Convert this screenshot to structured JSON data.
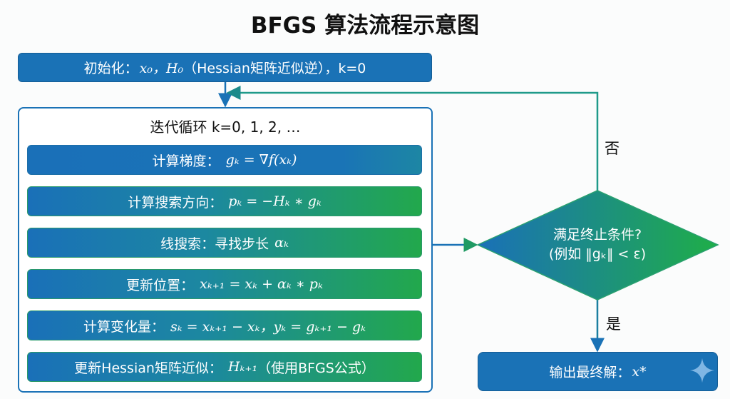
{
  "title": "BFGS 算法流程示意图",
  "init": {
    "label": "初始化：",
    "math": "x₀，H₀",
    "suffix": "（Hessian矩阵近似逆），k=0"
  },
  "loop": {
    "title": "迭代循环 k=0, 1, 2, …"
  },
  "steps": [
    {
      "label": "计算梯度：",
      "math": "gₖ = ∇f(xₖ)"
    },
    {
      "label": "计算搜索方向：",
      "math": "pₖ = −Hₖ ∗ gₖ"
    },
    {
      "label": "线搜索：寻找步长",
      "math": "αₖ"
    },
    {
      "label": "更新位置：",
      "math": "xₖ₊₁ = xₖ + αₖ ∗ pₖ"
    },
    {
      "label": "计算变化量：",
      "math": "sₖ = xₖ₊₁ − xₖ，yₖ = gₖ₊₁ − gₖ"
    },
    {
      "label": "更新Hessian矩阵近似：",
      "math": "Hₖ₊₁",
      "suffix": "（使用BFGS公式）"
    }
  ],
  "decision": {
    "line1": "满足终止条件?",
    "line2": "(例如 ‖gₖ‖ < ε)",
    "no": "否",
    "yes": "是"
  },
  "output": {
    "label": "输出最终解：",
    "math": "x*"
  },
  "colors": {
    "blue": "#1a72b6",
    "green": "#22a84c",
    "line_blue": "#1a72b6",
    "line_green": "#1f9a63"
  }
}
